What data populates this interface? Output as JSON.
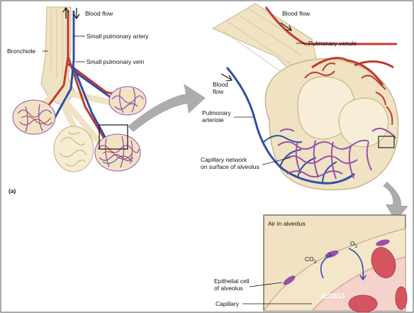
{
  "figure": {
    "panel_label": "(a)",
    "left_view": {
      "blood_flow": "Blood flow",
      "small_pulmonary_artery": "Small pulmonary artery",
      "small_pulmonary_vein": "Small pulmonary vein",
      "bronchiole": "Bronchiole"
    },
    "right_view": {
      "blood_flow_top": "Blood flow",
      "pulmonary_venule": "Pulmonary venule",
      "blood_flow_left_line1": "Blood",
      "blood_flow_left_line2": "flow",
      "pulmonary_arteriole_line1": "Pulmonary",
      "pulmonary_arteriole_line2": "arteriole",
      "capillary_network_line1": "Capillary network",
      "capillary_network_line2": "on surface of alveolus"
    },
    "inset": {
      "air_in_alveolus": "Air in alveolus",
      "o2": "O",
      "o2_sub": "2",
      "co2": "CO",
      "co2_sub": "2",
      "epithelial_line1": "Epithelial cell",
      "epithelial_line2": "of alveolus",
      "capillary": "Capillary",
      "date_stamp": "11/13/13"
    },
    "colors": {
      "artery": "#c0392b",
      "vein": "#2f4fa8",
      "capillary": "#9b4fa8",
      "tissue": "#efe3c4",
      "arrow": "#9e9e9e"
    }
  }
}
